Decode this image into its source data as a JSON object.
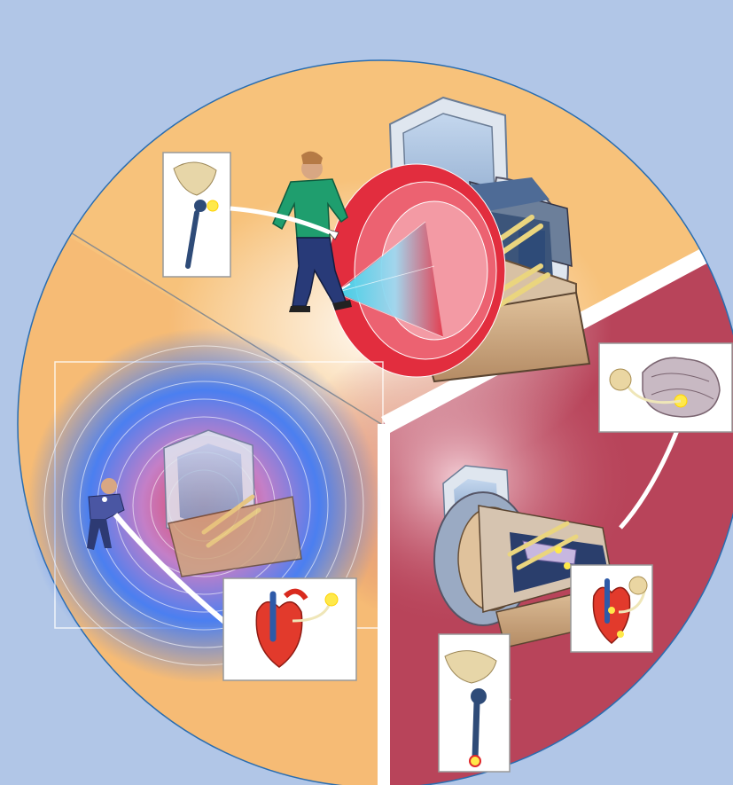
{
  "colors": {
    "background": "#b1c6e7",
    "circle_outline": "#2a6db0",
    "sector_top": "#f7c27b",
    "sector_left": "#f6bb75",
    "sector_right": "#b8445a",
    "divider": "#ffffff",
    "field_red": "#e02b3c",
    "field_blue": "#3b7fe0",
    "implant_wire": "#efe6b8",
    "spark": "#ffe94a"
  },
  "sections": [
    {
      "id": "static-field",
      "items": [
        "magnet",
        "person",
        "hip-implant"
      ]
    },
    {
      "id": "gradient-field",
      "items": [
        "magnet",
        "person",
        "heart-device"
      ]
    },
    {
      "id": "rf-field",
      "items": [
        "magnet",
        "patient",
        "brain-implant",
        "heart-device",
        "hip-implant"
      ]
    }
  ]
}
